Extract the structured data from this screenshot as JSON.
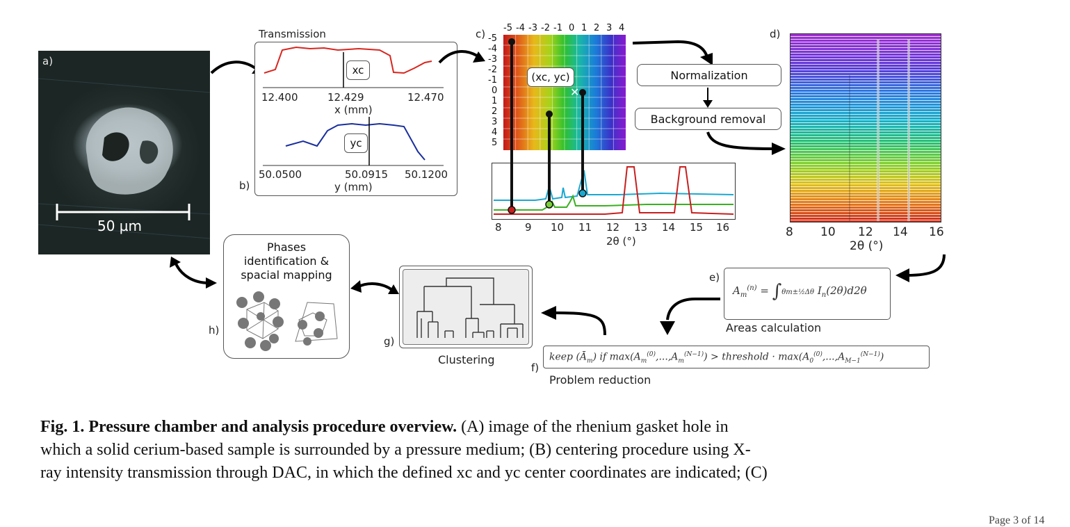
{
  "panels": {
    "a": {
      "letter": "a)",
      "scale_bar": "50 µm"
    },
    "b": {
      "letter": "b)",
      "title": "Transmission",
      "x_ticks": [
        "12.400",
        "12.429",
        "12.470"
      ],
      "x_label": "x (mm)",
      "x_marker": "xc",
      "y_ticks": [
        "50.0500",
        "50.0915",
        "50.1200"
      ],
      "y_label": "y (mm)",
      "y_marker": "yc"
    },
    "c": {
      "letter": "c)",
      "col_ticks": [
        "-5",
        "-4",
        "-3",
        "-2",
        "-1",
        "0",
        "1",
        "2",
        "3",
        "4"
      ],
      "row_ticks": [
        "-5",
        "-4",
        "-3",
        "-2",
        "-1",
        "0",
        "1",
        "2",
        "3",
        "4",
        "5"
      ],
      "center_label": "(xc, yc)",
      "x_ticks": [
        "8",
        "9",
        "10",
        "11",
        "12",
        "13",
        "14",
        "15",
        "16"
      ],
      "x_label": "2θ (°)"
    },
    "d": {
      "letter": "d)",
      "x_ticks": [
        "8",
        "10",
        "12",
        "14",
        "16"
      ],
      "x_label": "2θ (°)"
    },
    "e": {
      "letter": "e)",
      "caption": "Areas calculation"
    },
    "f": {
      "letter": "f)",
      "caption": "Problem reduction"
    },
    "g": {
      "letter": "g)",
      "caption": "Clustering"
    },
    "h": {
      "letter": "h)",
      "title_lines": [
        "Phases",
        "identification &",
        "spacial mapping"
      ]
    }
  },
  "steps": {
    "normalization": "Normalization",
    "background": "Background removal"
  },
  "caption": {
    "fig_label": "Fig. 1. Pressure chamber and analysis procedure overview.",
    "line1_tail": "(A) image of the rhenium gasket hole in",
    "line2": "which a solid cerium-based sample is surrounded by a pressure medium; (B) centering procedure using X-",
    "line3": "ray intensity transmission through DAC, in which the defined xc and yc center coordinates are indicated; (C)"
  },
  "page_footer": "Page 3 of 14"
}
